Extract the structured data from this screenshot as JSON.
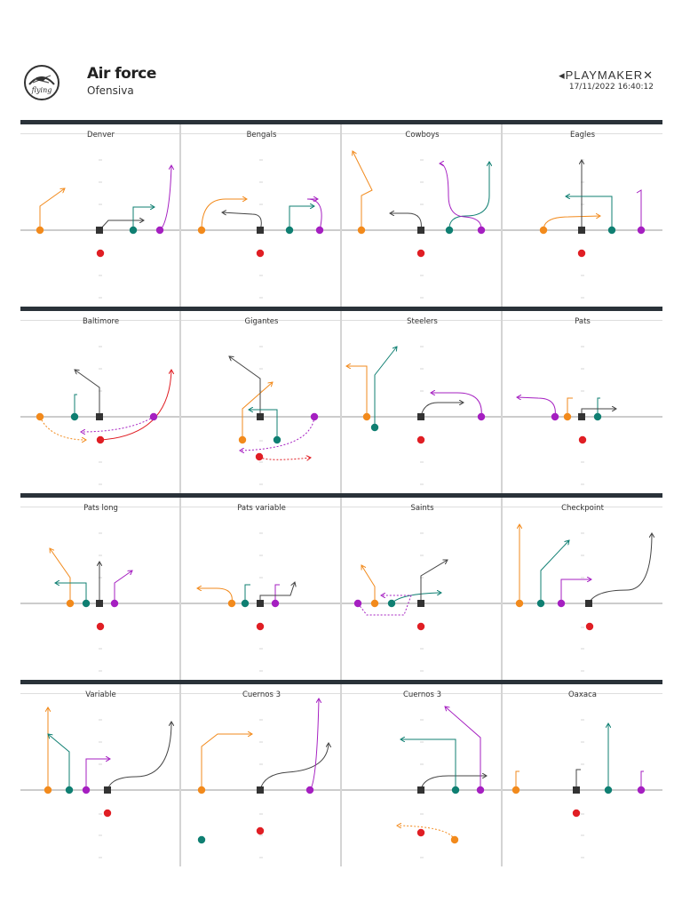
{
  "header": {
    "title": "Air force",
    "subtitle": "Ofensiva",
    "brand": "◂PLAYMAKER✕",
    "datetime": "17/11/2022 16:40:12",
    "logo_text": "flying"
  },
  "colors": {
    "orange": "#f28a1c",
    "teal": "#0f7f72",
    "purple": "#a51fc1",
    "red": "#e01e24",
    "dark": "#444444",
    "bar": "#2a3239"
  },
  "plays": [
    {
      "name": "Denver"
    },
    {
      "name": "Bengals"
    },
    {
      "name": "Cowboys"
    },
    {
      "name": "Eagles"
    },
    {
      "name": "Baltimore"
    },
    {
      "name": "Gigantes"
    },
    {
      "name": "Steelers"
    },
    {
      "name": "Pats"
    },
    {
      "name": "Pats long"
    },
    {
      "name": "Pats variable"
    },
    {
      "name": "Saints"
    },
    {
      "name": "Checkpoint"
    },
    {
      "name": "Variable"
    },
    {
      "name": "Cuernos 3"
    },
    {
      "name": "Cuernos 3"
    },
    {
      "name": "Oaxaca"
    }
  ]
}
